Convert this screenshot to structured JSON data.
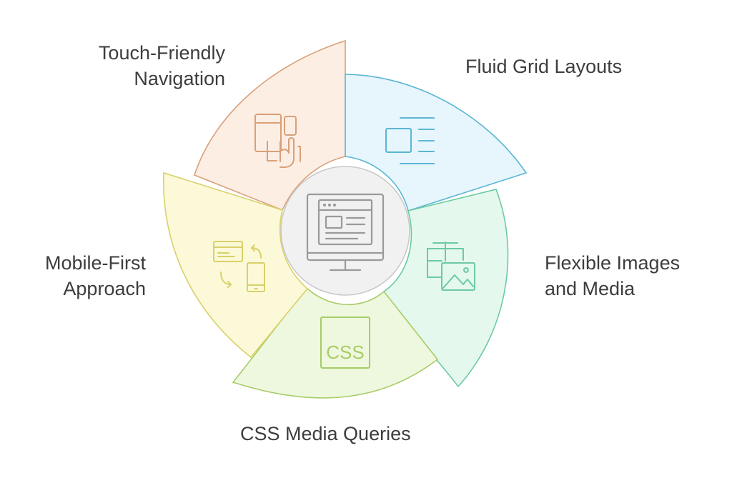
{
  "diagram": {
    "segments": [
      {
        "id": "touch",
        "label_lines": [
          "Touch-Friendly",
          "Navigation"
        ],
        "icon": "touch-devices-icon",
        "fill": "#fdeee4",
        "stroke": "#d9a078"
      },
      {
        "id": "fluid",
        "label_lines": [
          "Fluid Grid Layouts"
        ],
        "icon": "grid-layout-icon",
        "fill": "#e6f6fc",
        "stroke": "#5cb6d4"
      },
      {
        "id": "flex",
        "label_lines": [
          "Flexible Images",
          "and Media"
        ],
        "icon": "images-media-icon",
        "fill": "#e4f8ee",
        "stroke": "#6ccaa2"
      },
      {
        "id": "css",
        "label_lines": [
          "CSS Media Queries"
        ],
        "icon": "css-icon",
        "icon_text": "CSS",
        "fill": "#eef8de",
        "stroke": "#a7cc67"
      },
      {
        "id": "mobile",
        "label_lines": [
          "Mobile-First",
          "Approach"
        ],
        "icon": "mobile-first-icon",
        "fill": "#fbf9d8",
        "stroke": "#d9d16a"
      }
    ],
    "center": {
      "icon": "monitor-webpage-icon",
      "fill": "#f1f1f1",
      "stroke": "#c9c9c9"
    },
    "text_color": "#3d3d3d"
  }
}
